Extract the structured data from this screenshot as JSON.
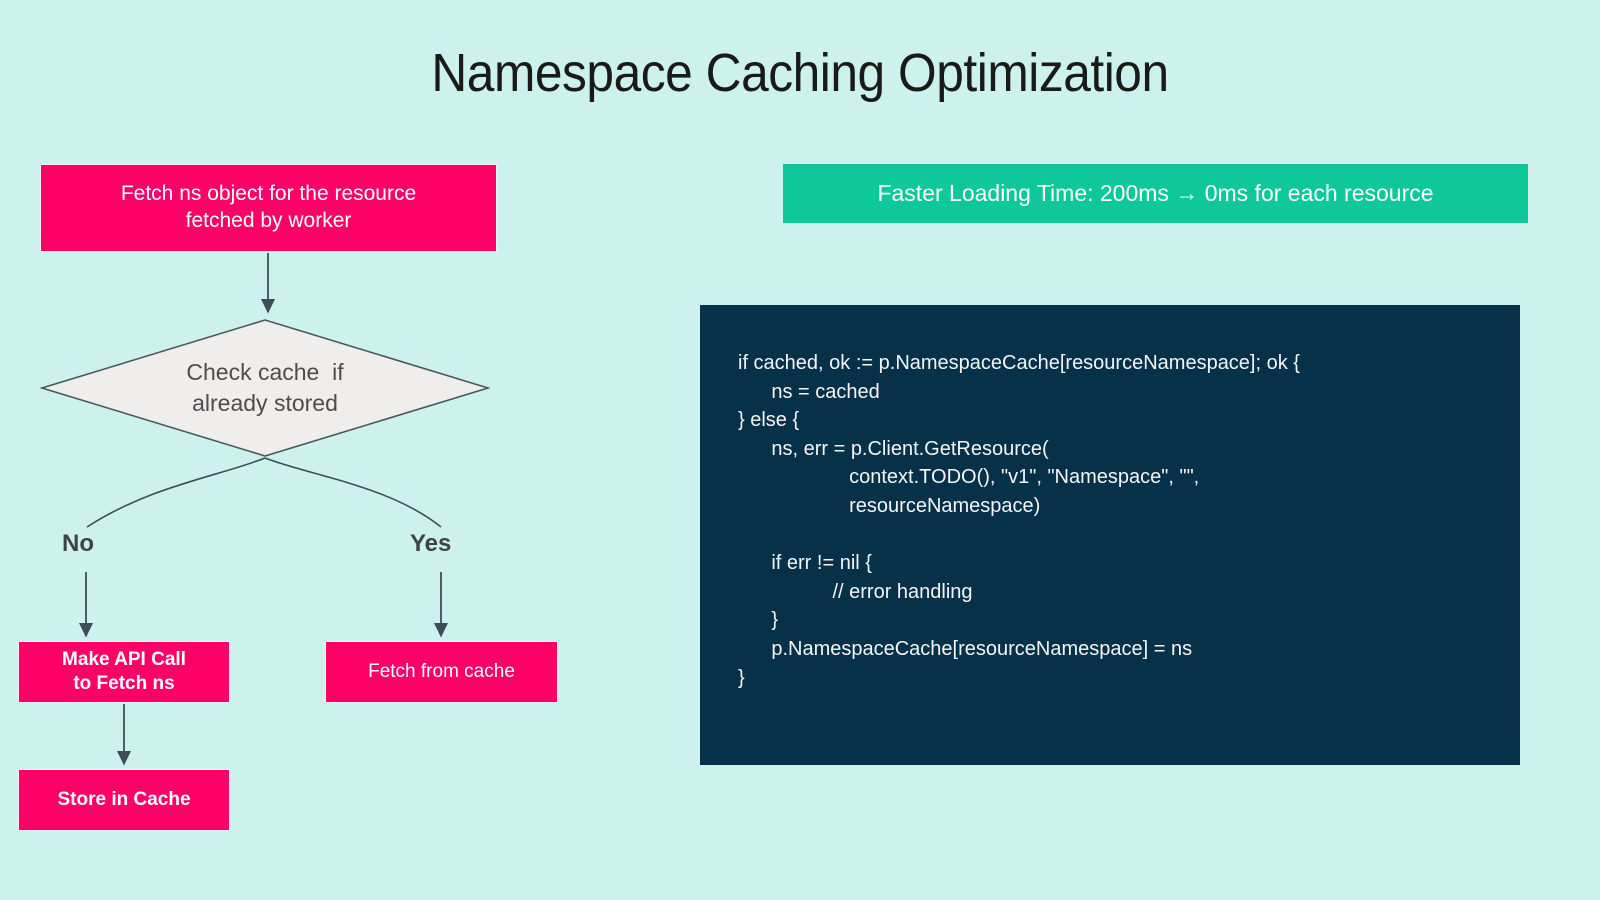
{
  "title": "Namespace Caching Optimization",
  "colors": {
    "background": "#cdf2ee",
    "accent_pink": "#ff0066",
    "accent_green": "#0ec89a",
    "code_panel": "#063149",
    "diamond_fill": "#f0eded",
    "connector": "#3d4f55",
    "title_text": "#1a1a1a"
  },
  "flowchart": {
    "start_box": {
      "label": "Fetch ns object for the resource\nfetched by worker"
    },
    "decision": {
      "label": "Check cache  if\nalready stored"
    },
    "branches": {
      "no_label": "No",
      "yes_label": "Yes"
    },
    "no_box": {
      "label": "Make API Call\nto Fetch ns"
    },
    "yes_box": {
      "label": "Fetch from cache"
    },
    "store_box": {
      "label": "Store in Cache"
    }
  },
  "metric": {
    "banner_text": "Faster Loading Time: 200ms → 0ms for each resource",
    "before_ms": 200,
    "after_ms": 0,
    "unit": "ms",
    "scope": "for each resource"
  },
  "code": {
    "language": "go",
    "lines": [
      "if cached, ok := p.NamespaceCache[resourceNamespace]; ok {",
      "      ns = cached",
      "} else {",
      "      ns, err = p.Client.GetResource(",
      "                    context.TODO(), \"v1\", \"Namespace\", \"\",",
      "                    resourceNamespace)",
      "",
      "      if err != nil {",
      "                 // error handling",
      "      }",
      "      p.NamespaceCache[resourceNamespace] = ns",
      "}"
    ]
  }
}
